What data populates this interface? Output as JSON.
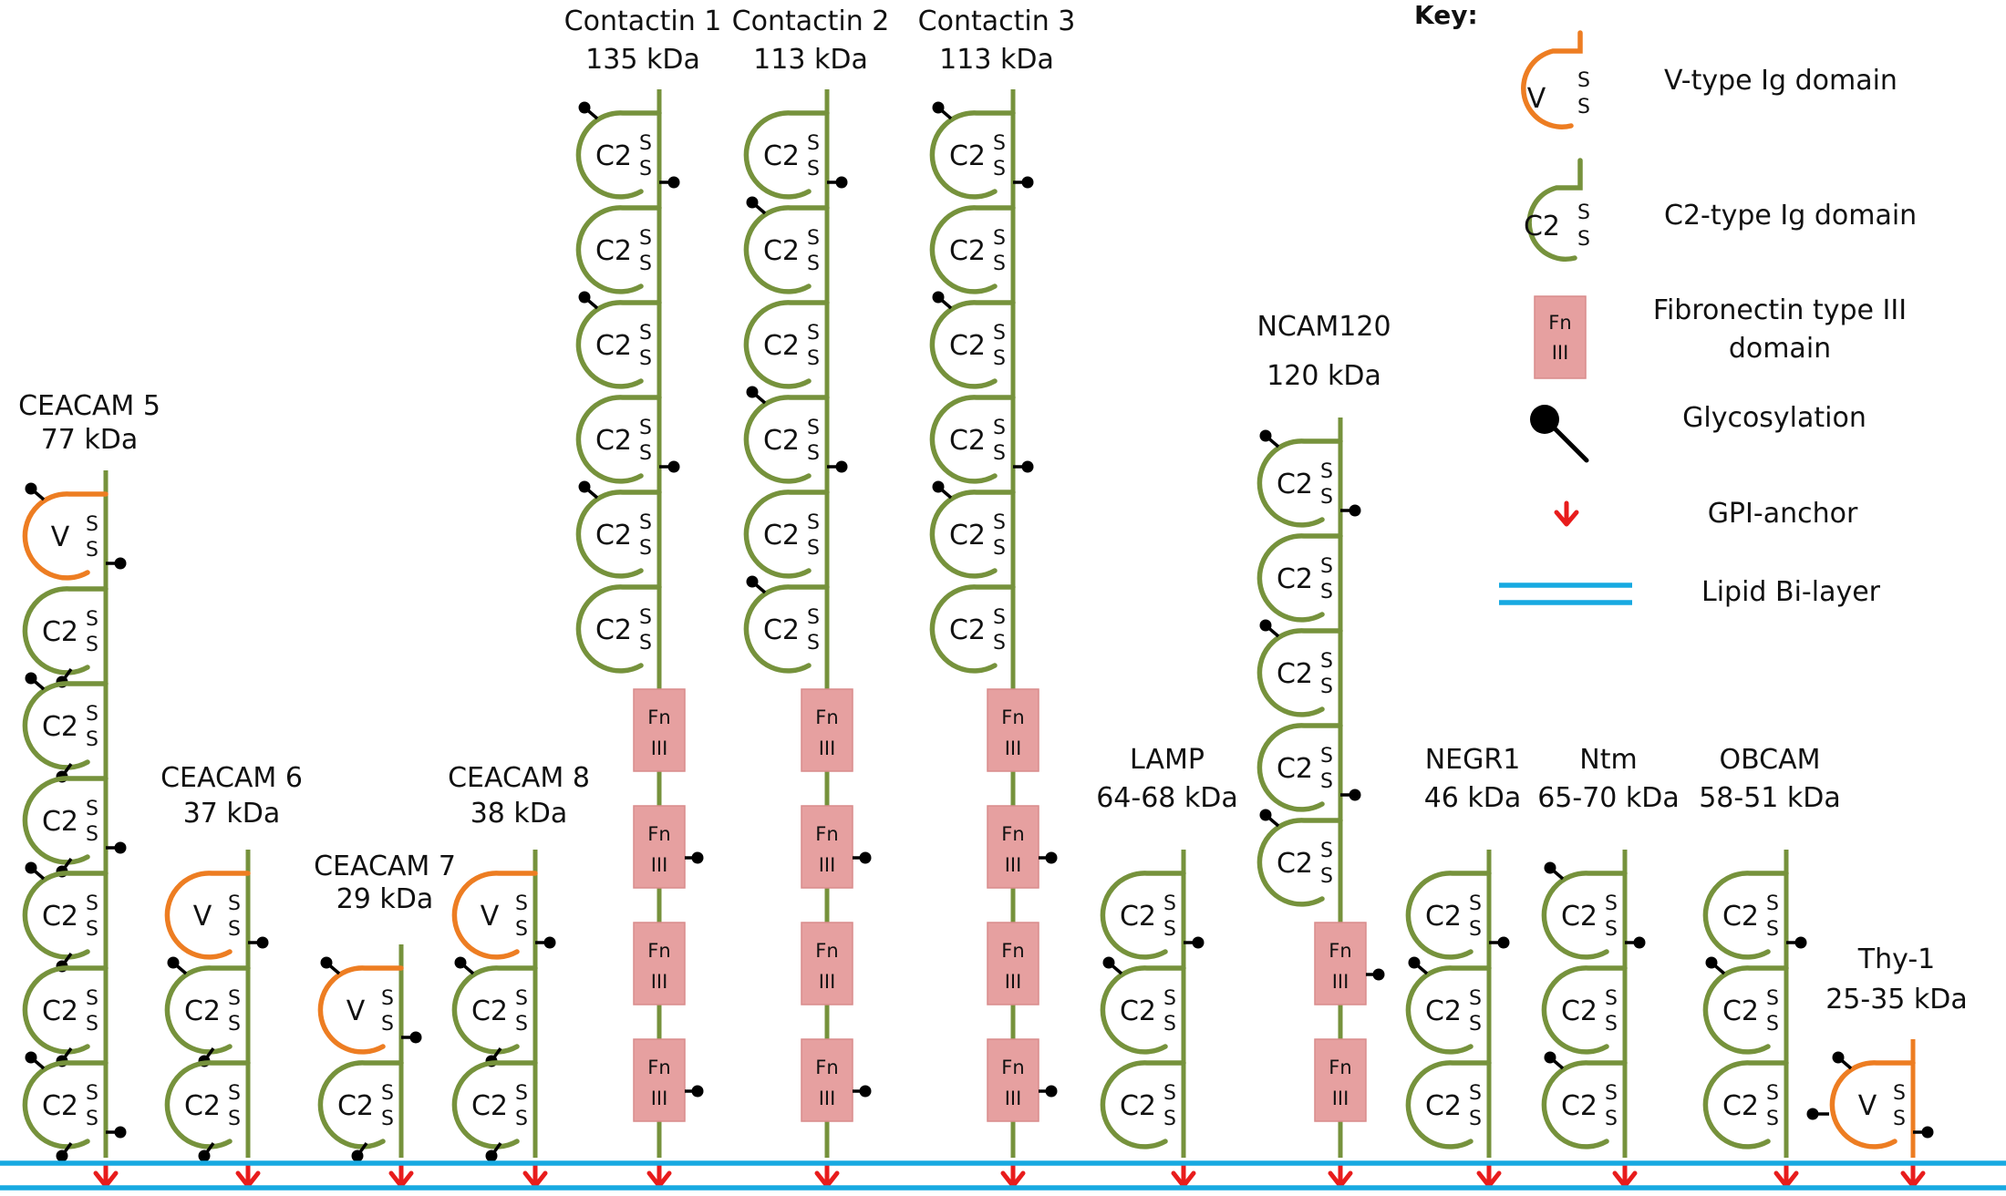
{
  "colors": {
    "v_domain": "#ed7d22",
    "c2_domain": "#76923c",
    "fn_domain": "#e6a0a0",
    "glycosylation": "#000000",
    "gpi_anchor": "#e81c1c",
    "bilayer": "#17a9e1"
  },
  "labels": {
    "v": "V",
    "c2": "C2",
    "s": "S",
    "fn_top": "Fn",
    "fn_bottom": "III"
  },
  "key": {
    "title": "Key:",
    "items": [
      {
        "name": "v-type",
        "label": "V-type Ig domain"
      },
      {
        "name": "c2-type",
        "label": "C2-type Ig domain"
      },
      {
        "name": "fibronectin",
        "label": "Fibronectin type III",
        "label2": "domain"
      },
      {
        "name": "glycosylation",
        "label": "Glycosylation"
      },
      {
        "name": "gpi",
        "label": "GPI-anchor"
      },
      {
        "name": "bilayer",
        "label": "Lipid Bi-layer"
      }
    ]
  },
  "proteins": [
    {
      "name": "CEACAM 5",
      "mass": "77 kDa",
      "domains": [
        "V",
        "C2",
        "C2",
        "C2",
        "C2",
        "C2",
        "C2"
      ]
    },
    {
      "name": "CEACAM 6",
      "mass": "37 kDa",
      "domains": [
        "V",
        "C2",
        "C2"
      ]
    },
    {
      "name": "CEACAM 7",
      "mass": "29 kDa",
      "domains": [
        "V",
        "C2"
      ]
    },
    {
      "name": "CEACAM 8",
      "mass": "38 kDa",
      "domains": [
        "V",
        "C2",
        "C2"
      ]
    },
    {
      "name": "Contactin 1",
      "mass": "135 kDa",
      "domains": [
        "C2",
        "C2",
        "C2",
        "C2",
        "C2",
        "C2",
        "Fn",
        "Fn",
        "Fn",
        "Fn"
      ]
    },
    {
      "name": "Contactin 2",
      "mass": "113 kDa",
      "domains": [
        "C2",
        "C2",
        "C2",
        "C2",
        "C2",
        "C2",
        "Fn",
        "Fn",
        "Fn",
        "Fn"
      ]
    },
    {
      "name": "Contactin 3",
      "mass": "113 kDa",
      "domains": [
        "C2",
        "C2",
        "C2",
        "C2",
        "C2",
        "C2",
        "Fn",
        "Fn",
        "Fn",
        "Fn"
      ]
    },
    {
      "name": "LAMP",
      "mass": "64-68 kDa",
      "domains": [
        "C2",
        "C2",
        "C2"
      ]
    },
    {
      "name": "NCAM120",
      "mass": "120 kDa",
      "domains": [
        "C2",
        "C2",
        "C2",
        "C2",
        "C2",
        "Fn",
        "Fn"
      ]
    },
    {
      "name": "NEGR1",
      "mass": "46 kDa",
      "domains": [
        "C2",
        "C2",
        "C2"
      ]
    },
    {
      "name": "Ntm",
      "mass": "65-70 kDa",
      "domains": [
        "C2",
        "C2",
        "C2"
      ]
    },
    {
      "name": "OBCAM",
      "mass": "58-51 kDa",
      "domains": [
        "C2",
        "C2",
        "C2"
      ]
    },
    {
      "name": "Thy-1",
      "mass": "25-35 kDa",
      "domains": [
        "V"
      ]
    }
  ]
}
